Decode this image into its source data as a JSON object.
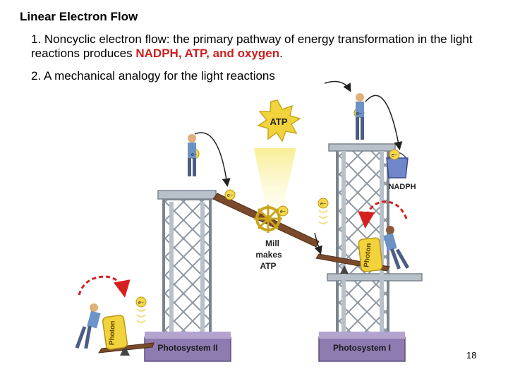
{
  "slide": {
    "title": "Linear Electron Flow",
    "item1_text": "1. Noncyclic electron flow: the primary pathway of energy transformation in the light reactions produces ",
    "item1_highlight": "NADPH, ATP, and oxygen",
    "item1_end": ".",
    "item2": "2. A mechanical analogy for the light reactions",
    "page_number": "18"
  },
  "diagram": {
    "atp_burst": "ATP",
    "mill_label_1": "Mill",
    "mill_label_2": "makes",
    "mill_label_3": "ATP",
    "nadph_label": "NADPH",
    "photosystem_2": "Photosystem II",
    "photosystem_1": "Photosystem I",
    "photon_label": "Photon",
    "electron_label": "e−",
    "colors": {
      "accent_red": "#cc1f1f",
      "tower": "#a9b3bd",
      "platform_purple": "#8e7bb0",
      "photon_yellow": "#f2d33c",
      "electron_yellow": "#f7d84a",
      "ramp_brown": "#7a4a2a"
    }
  }
}
